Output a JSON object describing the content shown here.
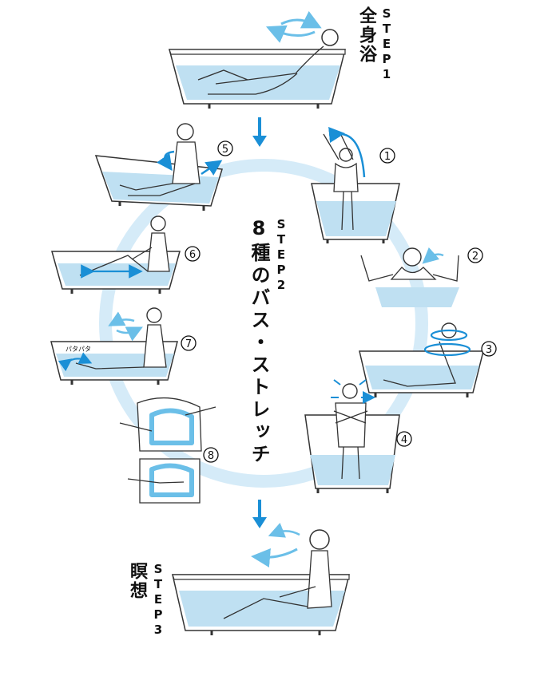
{
  "step1": {
    "label": "STEP1",
    "title": "全身浴"
  },
  "step2": {
    "label": "STEP2",
    "title": "8種のバス・ストレッチ"
  },
  "step3": {
    "label": "STEP3",
    "title": "瞑想"
  },
  "stretch_numbers": [
    "1",
    "2",
    "3",
    "4",
    "5",
    "6",
    "7",
    "8"
  ],
  "tap_text": "パタパタ",
  "colors": {
    "water": "#bfe0f2",
    "ring": "#d5ebf8",
    "arrow": "#1a8fd6",
    "motion": "#6bbfe8",
    "line": "#333333"
  }
}
